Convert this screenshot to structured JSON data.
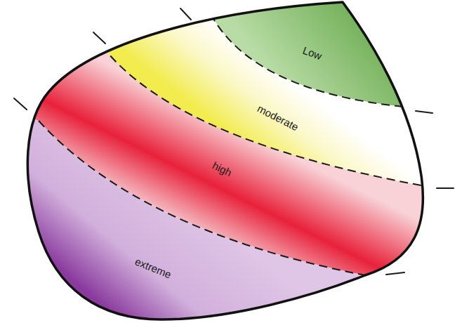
{
  "diagram": {
    "nodes": [
      {
        "text": [
          "Low"
        ]
      },
      {
        "text": [
          "moderate"
        ]
      },
      {
        "text": [
          "high"
        ]
      },
      {
        "text": [
          "extreme"
        ]
      }
    ]
  }
}
